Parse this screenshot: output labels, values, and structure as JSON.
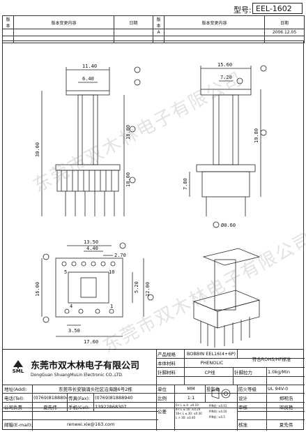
{
  "header": {
    "model_label": "型号:",
    "model_value": "EEL-1602"
  },
  "revision_table": {
    "col_headers": [
      "版本",
      "版本变更内容",
      "日期",
      "版本",
      "版本变更内容",
      "日期"
    ],
    "rows": [
      [
        "",
        "",
        "",
        "A",
        "",
        "2006.12.05"
      ]
    ]
  },
  "watermark": "东莞市双木林电子有限公司",
  "dims": {
    "d1140": "11.40",
    "d640": "6.40",
    "d3000": "30.00",
    "d1800": "18.00",
    "d1000": "10.00",
    "d1560": "15.60",
    "d720": "7.20",
    "d1980": "19.80",
    "d780": "7.80",
    "d060": "Ø0.60",
    "d1350": "13.50",
    "d440": "4.40",
    "d270": "2.70",
    "d1600": "16.00",
    "d520": "5.20",
    "d1200": "12.00",
    "d350": "3.50",
    "d1760": "17.60",
    "pin4": "4",
    "pin1": "1",
    "pin5": "5",
    "pin10": "10"
  },
  "title_block": {
    "logo": "SML",
    "company_cn": "东莞市双木林电子有限公司",
    "company_en": "DongGuan ShuangMuLin Electronic CO.,LTD.",
    "product_spec_label": "产品规格",
    "product_spec_value": "BOBBIN EEL16(4+6P)",
    "rohs": "符合ROHS/HF标准",
    "body_material_label": "本体材料",
    "body_material_value": "PHENOLIC",
    "pin_material_label": "针脚材料",
    "pin_material_value": "CP线",
    "pin_pull_label": "针脚拉力",
    "pin_pull_value": "1.0kg/Min",
    "address_label": "地址(Add):",
    "address_value": "东莞市长安镇涌头社区沿海路6号2栋",
    "unit_label": "单位",
    "unit_value": "MM",
    "projection_label": "投影角",
    "flame_label": "防火等级",
    "flame_value": "UL 94V-0",
    "phone_label": "电话(Tel):",
    "phone_value": "(0769)81888040",
    "fax_label": "传真(Fax):",
    "fax_value": "(0769)81888940",
    "scale_label": "比例",
    "scale_value": "1:1",
    "design_label": "设计",
    "design_value": "郑明浩",
    "company_phone_label": "公司负责",
    "company_phone_name": "夏先伟",
    "mobile_label": "手机(Cel):",
    "mobile_value": "13922868307",
    "tolerance_label": "公差",
    "tol_lines": [
      "0< L ≤ 4: ±0.10",
      "4< L ≤ 16: ±0.20",
      "16< L ≤ 30: ±0.30",
      "L > 30: ±0.40"
    ],
    "tol_pin": [
      "PIN位: ±0.01",
      "PIN间: ±0.10",
      "PIN长: ±0.5"
    ],
    "review_label": "审核",
    "review_value": "邓良艳",
    "email_label": "邮箱(E-mail):",
    "email_value": "renwei.xie@163.com",
    "approve_label": "核准",
    "approve_value": "夏先伟"
  }
}
